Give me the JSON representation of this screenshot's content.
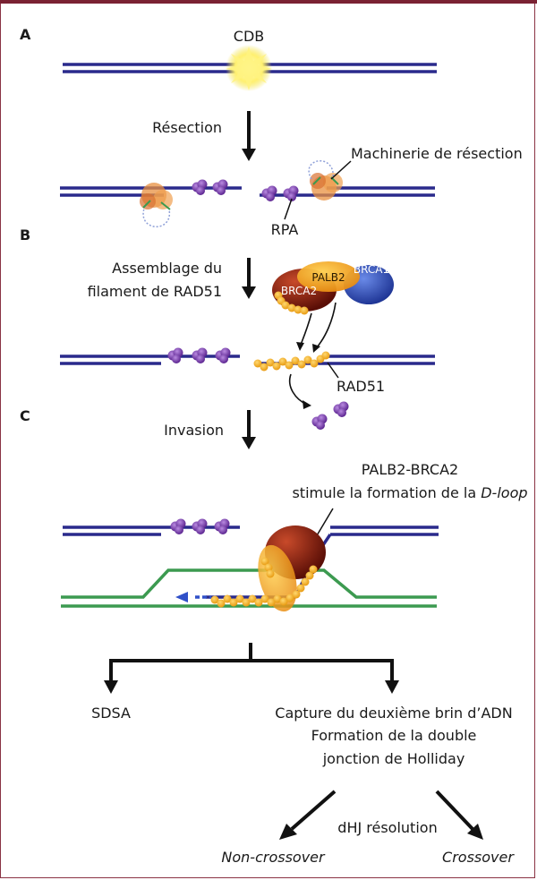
{
  "sections": {
    "a": "A",
    "b": "B",
    "c": "C"
  },
  "labels": {
    "cdb": "CDB",
    "resection": "Résection",
    "machinery": "Machinerie de résection",
    "rpa": "RPA",
    "assembly_line1": "Assemblage du",
    "assembly_line2": "filament de RAD51",
    "rad51": "RAD51",
    "invasion": "Invasion",
    "dloop_line1": "PALB2-BRCA2",
    "dloop_line2_prefix": "stimule la formation de la ",
    "dloop_line2_italic": "D-loop",
    "sdsa": "SDSA",
    "capture_line1": "Capture du deuxième brin d’ADN",
    "capture_line2": "Formation de la double",
    "capture_line3": "jonction de Holliday",
    "dhj": "dHJ résolution",
    "noncrossover": "Non-crossover",
    "crossover": "Crossover"
  },
  "proteins": {
    "palb2": "PALB2",
    "brca1": "BRCA1",
    "brca2": "BRCA2"
  },
  "colors": {
    "dna_strand": "#2a2a8c",
    "homolog": "#3c9a50",
    "rpa": "#7a3cb4",
    "rad51": "#f0a818",
    "brca2": "#8c1c10",
    "palb2": "#f0a020",
    "brca1": "#3050b8",
    "frame": "#7a2233"
  }
}
